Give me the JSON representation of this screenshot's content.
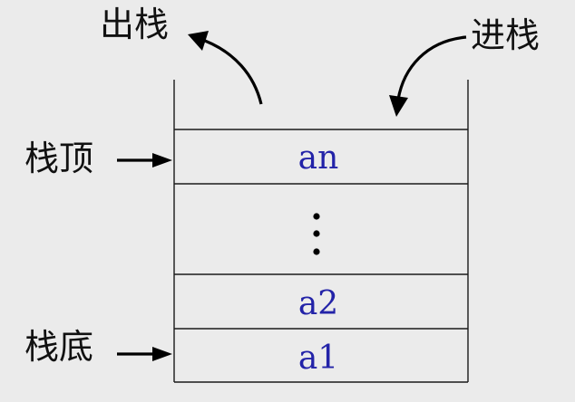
{
  "labels": {
    "pop": "出栈",
    "push": "进栈",
    "top": "栈顶",
    "bottom": "栈底"
  },
  "cells": {
    "top": "an",
    "second": "a2",
    "first": "a1"
  },
  "colors": {
    "background": "#ebebeb",
    "element_text": "#2323a8",
    "lines": "#1a1a1a"
  }
}
